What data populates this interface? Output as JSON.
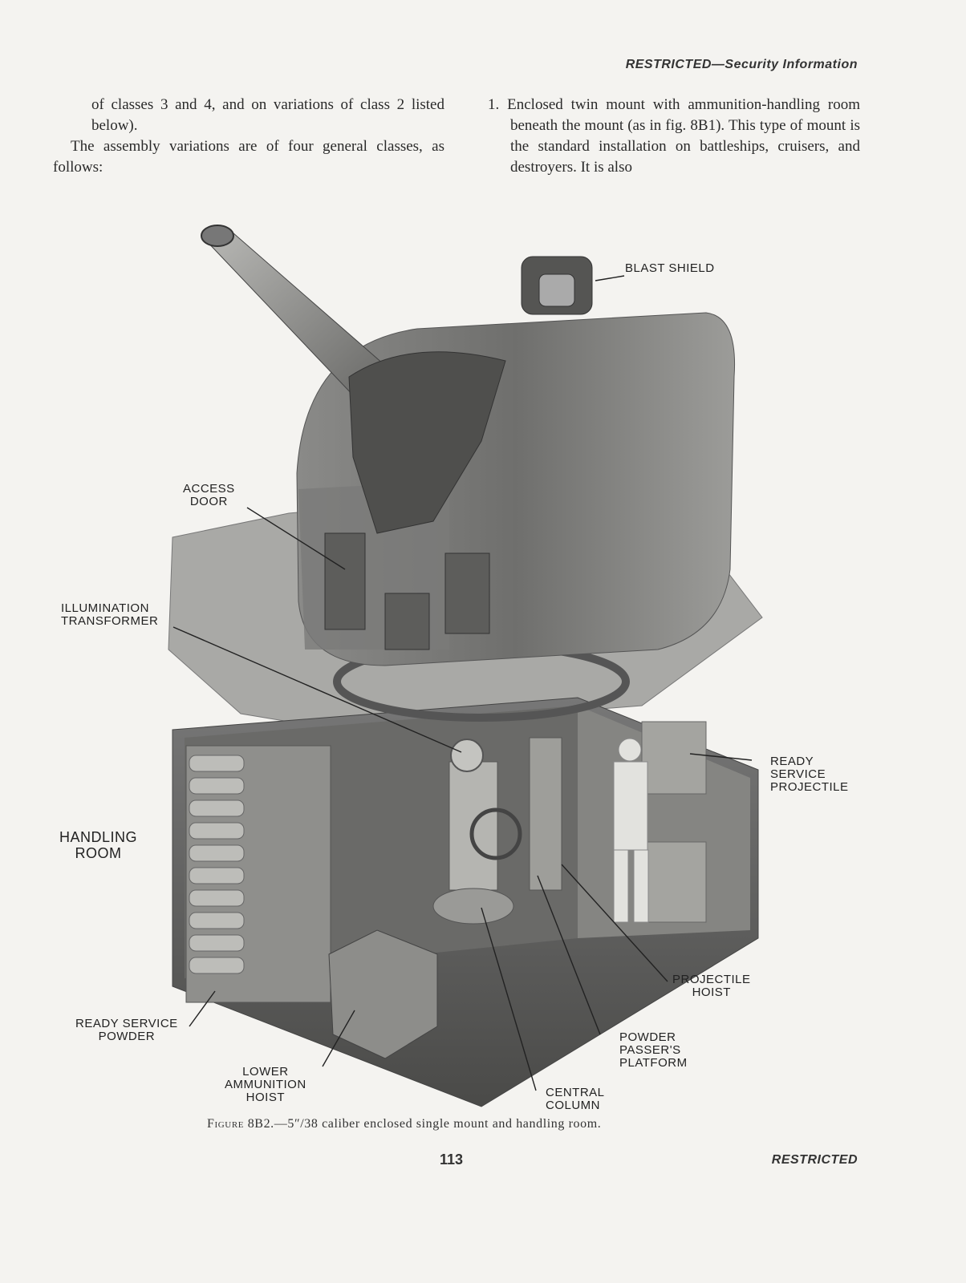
{
  "header": {
    "classification": "RESTRICTED—Security Information"
  },
  "left_column": {
    "line1": "of classes 3 and 4, and on variations of class 2 listed below).",
    "line2": "The assembly variations are of four general classes, as follows:"
  },
  "right_column": {
    "item1": "1. Enclosed twin mount with ammunition-handling room beneath the mount (as in fig. 8B1). This type of mount is the standard installation on battleships, cruisers, and destroyers. It is also"
  },
  "figure": {
    "labels": {
      "blast_shield": "BLAST SHIELD",
      "access_door": "ACCESS\nDOOR",
      "illumination_transformer": "ILLUMINATION\nTRANSFORMER",
      "ready_service_projectile": "READY\nSERVICE\nPROJECTILE",
      "handling_room": "HANDLING\nROOM",
      "projectile_hoist": "PROJECTILE\nHOIST",
      "ready_service_powder": "READY SERVICE\nPOWDER",
      "powder_passers_platform": "POWDER\nPASSER'S\nPLATFORM",
      "lower_ammunition_hoist": "LOWER\nAMMUNITION\nHOIST",
      "central_column": "CENTRAL\nCOLUMN"
    },
    "caption_prefix": "Figure 8B2.",
    "caption_text": "—5″/38 caliber enclosed single mount and handling room."
  },
  "footer": {
    "page_number": "113",
    "classification": "RESTRICTED"
  }
}
